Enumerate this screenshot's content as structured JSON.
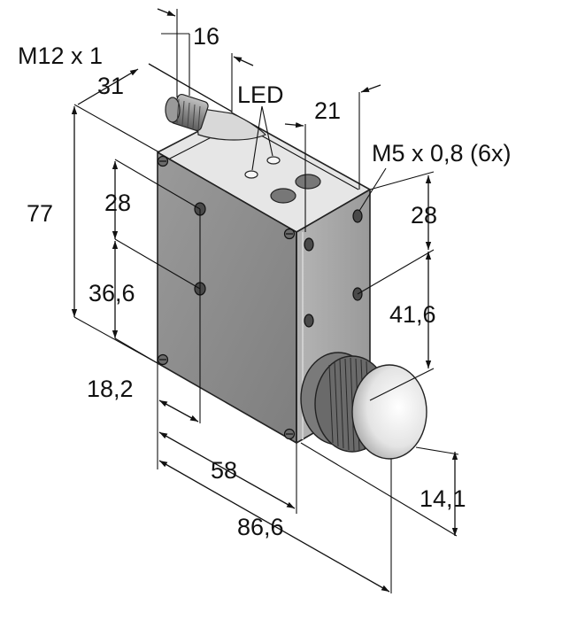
{
  "drawing": {
    "labels": {
      "connector_thread": "M12 x 1",
      "dim_16": "16",
      "dim_31": "31",
      "led": "LED",
      "dim_21": "21",
      "mount_thread": "M5 x 0,8 (6x)",
      "dim_77": "77",
      "dim_28_left": "28",
      "dim_36_6": "36,6",
      "dim_28_right": "28",
      "dim_41_6": "41,6",
      "dim_18_2": "18,2",
      "dim_58": "58",
      "dim_14_1": "14,1",
      "dim_86_6": "86,6"
    },
    "colors": {
      "front_face": "#8a8a8a",
      "side_face": "#a9a9a9",
      "top_face": "#e6e6e6",
      "lens": "#e8e8e8",
      "connector": "#8d8d8d",
      "ink": "#111111"
    }
  }
}
